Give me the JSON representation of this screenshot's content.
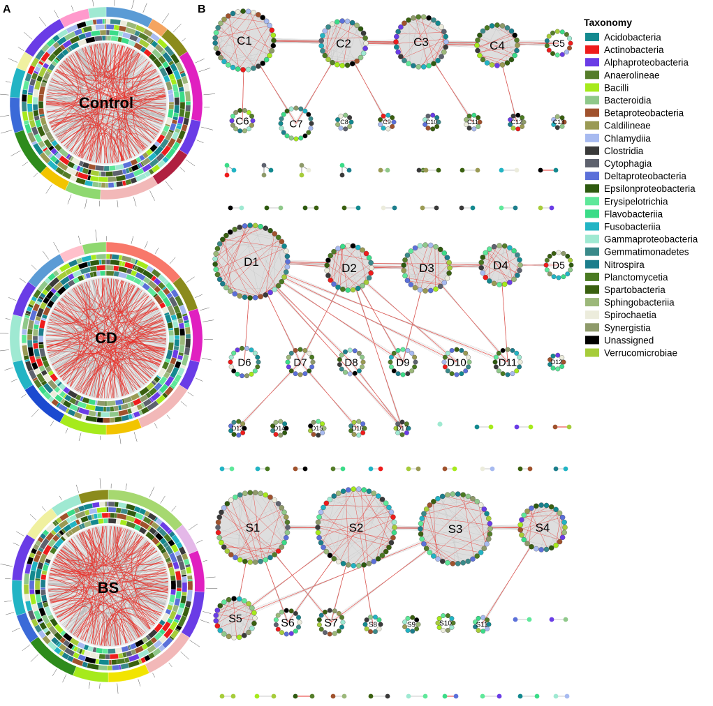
{
  "panels": {
    "a": {
      "letter": "A"
    },
    "b": {
      "letter": "B"
    }
  },
  "chord_titles": {
    "control": "Control",
    "cd": "CD",
    "bs": "BS"
  },
  "legend": {
    "title": "Taxonomy",
    "items": [
      {
        "label": "Acidobacteria",
        "color": "#13898f"
      },
      {
        "label": "Actinobacteria",
        "color": "#ee1c1c"
      },
      {
        "label": "Alphaproteobacteria",
        "color": "#6a3ce6"
      },
      {
        "label": "Anaerolineae",
        "color": "#557d2a"
      },
      {
        "label": "Bacilli",
        "color": "#a6ea1c"
      },
      {
        "label": "Bacteroidia",
        "color": "#8fc88a"
      },
      {
        "label": "Betaproteobacteria",
        "color": "#a0522d"
      },
      {
        "label": "Caldilineae",
        "color": "#9a9a54"
      },
      {
        "label": "Chlamydiia",
        "color": "#a7baf0"
      },
      {
        "label": "Clostridia",
        "color": "#3a3a3a"
      },
      {
        "label": "Cytophagia",
        "color": "#5e626e"
      },
      {
        "label": "Deltaproteobacteria",
        "color": "#5b70d9"
      },
      {
        "label": "Epsilonproteobacteria",
        "color": "#2e5a10"
      },
      {
        "label": "Erysipelotrichia",
        "color": "#5fe89a"
      },
      {
        "label": "Flavobacteriia",
        "color": "#3bdc88"
      },
      {
        "label": "Fusobacteriia",
        "color": "#22b4c4"
      },
      {
        "label": "Gammaproteobacteria",
        "color": "#9fe9d2"
      },
      {
        "label": "Gemmatimonadetes",
        "color": "#3a8a8a"
      },
      {
        "label": "Nitrospira",
        "color": "#1c7e8c"
      },
      {
        "label": "Planctomycetia",
        "color": "#4a7a22"
      },
      {
        "label": "Spartobacteria",
        "color": "#3a6010"
      },
      {
        "label": "Sphingobacteriia",
        "color": "#9cb87a"
      },
      {
        "label": "Spirochaetia",
        "color": "#ececdc"
      },
      {
        "label": "Synergistia",
        "color": "#8e9a6a"
      },
      {
        "label": "Unassigned",
        "color": "#000000"
      },
      {
        "label": "Verrucomicrobiae",
        "color": "#a6cc3a"
      }
    ]
  },
  "clusters": {
    "control": [
      "C1",
      "C2",
      "C3",
      "C4",
      "C5",
      "C6",
      "C7",
      "C8",
      "C9",
      "C10",
      "C11",
      "C12",
      "C13"
    ],
    "cd": [
      "D1",
      "D2",
      "D3",
      "D4",
      "D5",
      "D6",
      "D7",
      "D8",
      "D9",
      "D10",
      "D11",
      "D12",
      "D13",
      "D14",
      "D15",
      "D16",
      "D17"
    ],
    "bs": [
      "S1",
      "S2",
      "S3",
      "S4",
      "S5",
      "S6",
      "S7",
      "S8",
      "S9",
      "S10",
      "S11"
    ]
  },
  "colors": {
    "positive_edge": "#e8322c",
    "negative_edge": "#c8c8c8"
  }
}
